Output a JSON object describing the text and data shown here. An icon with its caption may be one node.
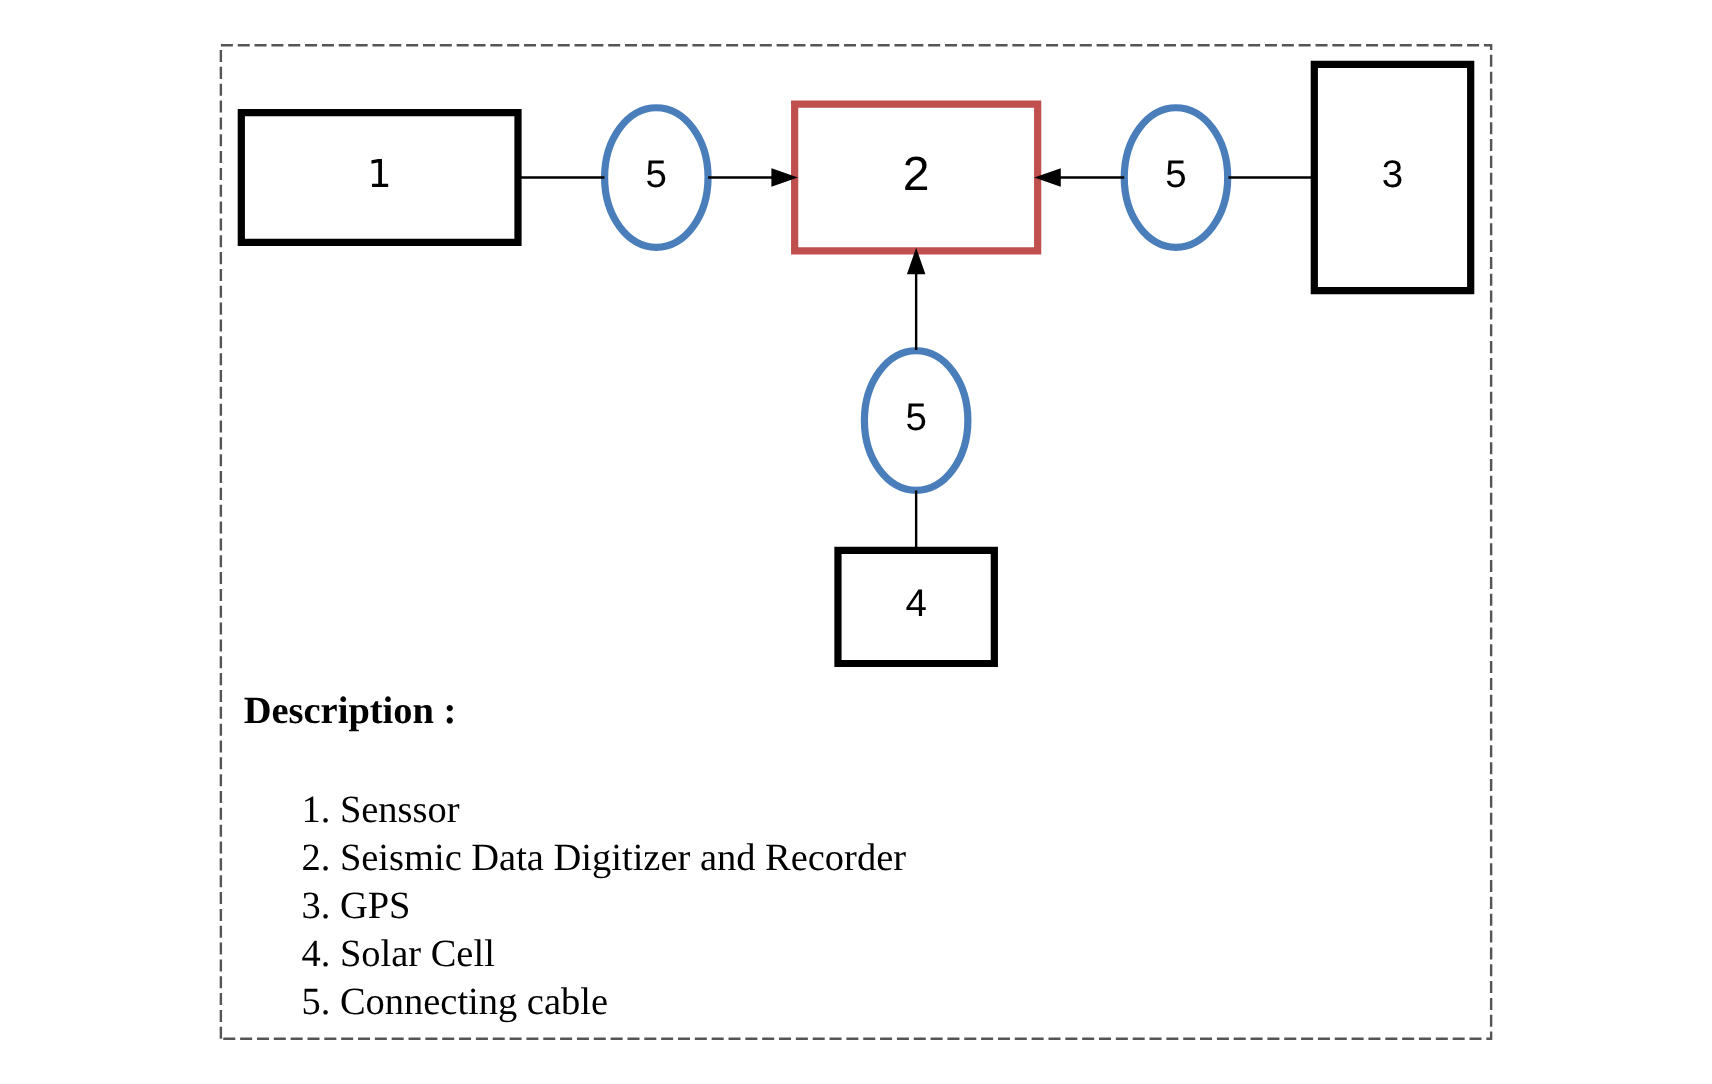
{
  "diagram": {
    "nodes": [
      {
        "text": [
          "Description :",
          "1. Senssor",
          "2. Seismic Data Digitizer and Recorder",
          "3. GPS",
          "4. Solar Cell",
          "5. Connecting cable"
        ]
      },
      {
        "text": [
          "1"
        ],
        "in": 0
      },
      {
        "text": [
          "5"
        ],
        "in": 0
      },
      {
        "text": [
          "2"
        ],
        "in": 0
      },
      {
        "text": [
          "5"
        ],
        "in": 0
      },
      {
        "text": [
          "3"
        ],
        "in": 0
      },
      {
        "text": [
          "5"
        ],
        "in": 0
      },
      {
        "text": [
          "4"
        ],
        "in": 0
      }
    ],
    "edges": [
      {
        "from": 1,
        "to": 2,
        "arrow": "none"
      },
      {
        "from": 2,
        "to": 3,
        "arrow": "to"
      },
      {
        "from": 5,
        "to": 4,
        "arrow": "none"
      },
      {
        "from": 4,
        "to": 3,
        "arrow": "to"
      },
      {
        "from": 7,
        "to": 6,
        "arrow": "none"
      },
      {
        "from": 6,
        "to": 3,
        "arrow": "to"
      }
    ]
  }
}
